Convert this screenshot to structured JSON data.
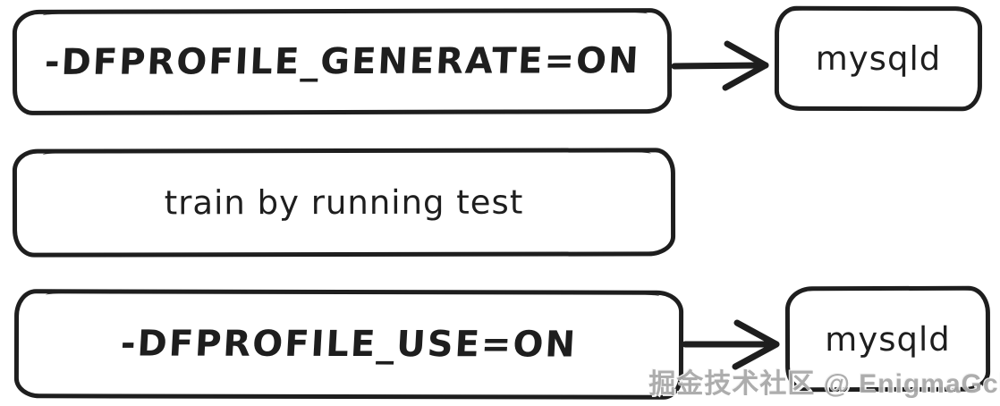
{
  "diagram": {
    "type": "flowchart",
    "style": "hand-drawn-sketch",
    "colors": {
      "background": "#ffffff",
      "ink": "#1e1e1e",
      "watermark": "#a9a9a9"
    },
    "nodes": [
      {
        "id": "generate-flag",
        "label": "-DFPROFILE_GENERATE=ON",
        "row": 1
      },
      {
        "id": "mysqld-top",
        "label": "mysqld",
        "row": 1
      },
      {
        "id": "train-step",
        "label": "train by running test",
        "row": 2
      },
      {
        "id": "use-flag",
        "label": "-DFPROFILE_USE=ON",
        "row": 3
      },
      {
        "id": "mysqld-bottom",
        "label": "mysqld",
        "row": 3
      }
    ],
    "edges": [
      {
        "from": "generate-flag",
        "to": "mysqld-top",
        "icon": "arrow-right-icon"
      },
      {
        "from": "use-flag",
        "to": "mysqld-bottom",
        "icon": "arrow-right-icon"
      }
    ],
    "watermark": {
      "text": "掘金技术社区 @ EnigmaGcl"
    }
  }
}
